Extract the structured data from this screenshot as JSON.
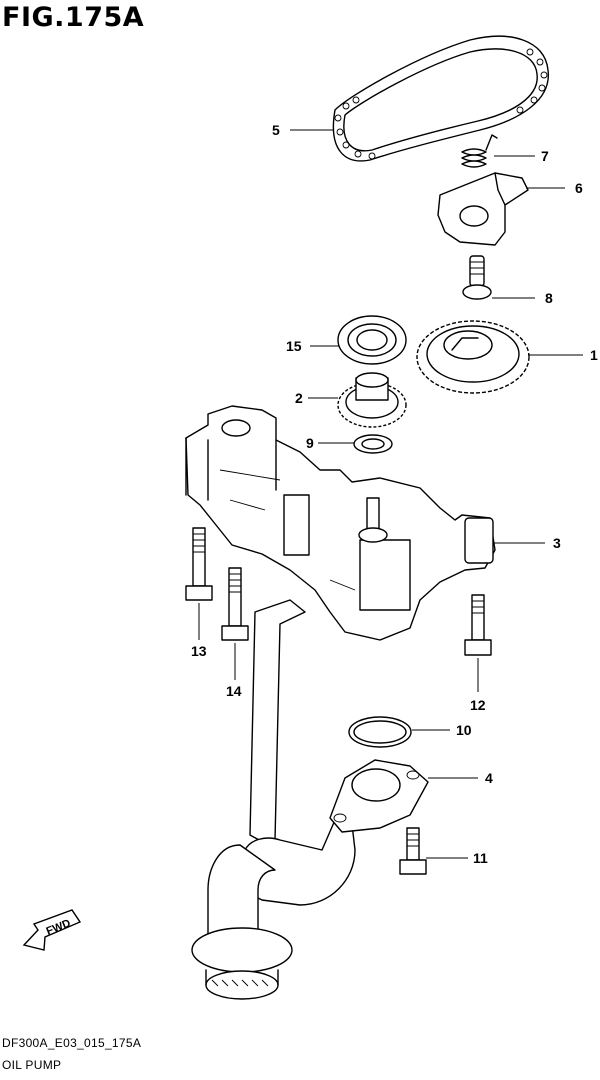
{
  "figure": {
    "title": "FIG.175A",
    "code": "DF300A_E03_015_175A",
    "name": "OIL PUMP",
    "fwd_label": "FWD"
  },
  "callouts": {
    "c1": "1",
    "c2": "2",
    "c3": "3",
    "c4": "4",
    "c5": "5",
    "c6": "6",
    "c7": "7",
    "c8": "8",
    "c9": "9",
    "c10": "10",
    "c11": "11",
    "c12": "12",
    "c13": "13",
    "c14": "14",
    "c15": "15"
  }
}
